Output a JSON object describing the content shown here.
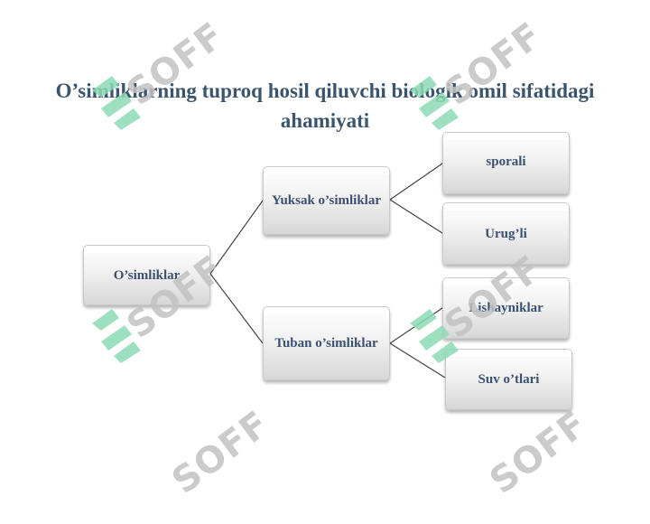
{
  "title": "O’simliklarning tuproq hosil qiluvchi biologik omil sifatidagi ahamiyati",
  "root": {
    "label": "O’simliklar"
  },
  "branches": [
    {
      "label": "Yuksak o’simliklar",
      "children": [
        "sporali",
        "Urug’li"
      ]
    },
    {
      "label": "Tuban o’simliklar",
      "children": [
        "Lishayniklar",
        "Suv o’tlari"
      ]
    }
  ],
  "watermark": {
    "text": "SOFF"
  },
  "colors": {
    "title": "#3b556e",
    "node_text": "#3b5171",
    "watermark_mark": "#8ddbb4",
    "watermark_text": "#c2c2c2",
    "link": "#444444"
  }
}
